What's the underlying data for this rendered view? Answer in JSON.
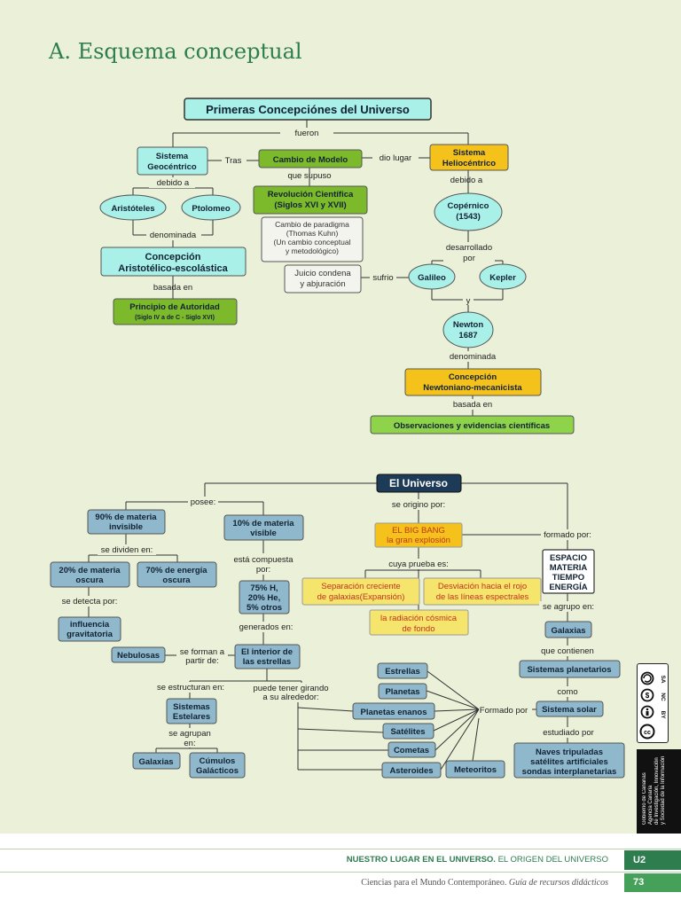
{
  "title": "A. Esquema conceptual",
  "map1": {
    "root": "Primeras Concepciónes del Universo",
    "fueron": "fueron",
    "geo1": "Sistema",
    "geo2": "Geocéntrico",
    "tras": "Tras",
    "cambio": "Cambio de Modelo",
    "dio": "dio lugar",
    "helio1": "Sistema",
    "helio2": "Heliocéntrico",
    "debido_a_left": "debido a",
    "que_supuso": "que supuso",
    "debido_a_right": "debido a",
    "aristoteles": "Aristóteles",
    "ptolomeo": "Ptolomeo",
    "rev1": "Revolución Científica",
    "rev2": "(Siglos XVI y XVII)",
    "copernico1": "Copérnico",
    "copernico2": "(1543)",
    "paradigma": [
      "Cambio de paradigma",
      "(Thomas Kuhn)",
      "(Un cambio conceptual",
      "y metodológico)"
    ],
    "denominada_left": "denominada",
    "desarrollado1": "desarrollado",
    "desarrollado2": "por",
    "concep1": "Concepción",
    "concep2": "Aristotélico-escolástica",
    "juicio1": "Juicio condena",
    "juicio2": "y abjuración",
    "sufrio": "sufrio",
    "galileo": "Galileo",
    "kepler": "Kepler",
    "basada_en_left": "basada en",
    "y": "y",
    "principio1": "Principio de Autoridad",
    "principio2": "(Siglo IV a de C - Siglo XVI)",
    "newton1": "Newton",
    "newton2": "1687",
    "denominada_right": "denominada",
    "newtoniano1": "Concepción",
    "newtoniano2": "Newtoniano-mecanicista",
    "basada_en_right": "basada en",
    "observaciones": "Observaciones y evidencias científicas"
  },
  "map2": {
    "root": "El Universo",
    "posee": "posee:",
    "se_origino": "se origino por:",
    "m90a": "90% de materia",
    "m90b": "invisible",
    "m10a": "10% de materia",
    "m10b": "visible",
    "bigbang1": "EL BIG BANG",
    "bigbang2": "la gran explosión",
    "formado_por_top": "formado por:",
    "se_dividen": "se dividen en:",
    "esta_compuesta1": "está compuesta",
    "esta_compuesta2": "por:",
    "cuya_prueba": "cuya prueba es:",
    "espacio": [
      "ESPACIO",
      "MATERIA",
      "TIEMPO",
      "ENERGÍA"
    ],
    "m20a": "20% de materia",
    "m20b": "oscura",
    "e70a": "70% de energía",
    "e70b": "oscura",
    "sep1": "Separación creciente",
    "sep2": "de galaxias(Expansión)",
    "desv1": "Desviación hacia el rojo",
    "desv2": "de las líneas espectrales",
    "comp": [
      "75% H,",
      "20% He,",
      "5% otros"
    ],
    "se_detecta": "se detecta por:",
    "radiacion1": "la radiación cósmica",
    "radiacion2": "de fondo",
    "se_agrupo": "se agrupo en:",
    "influencia1": "influencia",
    "influencia2": "gravitatoria",
    "generados": "generados en:",
    "galaxias_r": "Galaxias",
    "nebulosas": "Nebulosas",
    "se_forman1": "se forman a",
    "se_forman2": "partir de:",
    "interior1": "El interior de",
    "interior2": "las estrellas",
    "que_contienen": "que contienen",
    "estrellas": "Estrellas",
    "sistemas_planetarios": "Sistemas planetarios",
    "se_estructuran": "se estructuran en:",
    "puede_tener1": "puede tener girando",
    "puede_tener2": "a su alrededor:",
    "planetas": "Planetas",
    "como": "como",
    "sist_est1": "Sistemas",
    "sist_est2": "Estelares",
    "planetas_enanos": "Planetas enanos",
    "formado_por_bottom": "Formado por",
    "sistema_solar": "Sistema solar",
    "se_agrupan1": "se agrupan",
    "se_agrupan2": "en:",
    "satelites": "Satélites",
    "estudiado": "estudiado por",
    "cometas": "Cometas",
    "galaxias_l": "Galaxias",
    "cumulos1": "Cúmulos",
    "cumulos2": "Galácticos",
    "asteroides": "Asteroides",
    "meteoritos": "Meteoritos",
    "naves": [
      "Naves tripuladas",
      "satélites artificiales",
      "sondas interplanetarias"
    ]
  },
  "footer": {
    "section": "NUESTRO LUGAR EN EL UNIVERSO.",
    "subsection": " EL ORIGEN DEL UNIVERSO",
    "book": "Ciencias para el Mundo Contemporáneo. ",
    "guide": "Guía de recursos didácticos",
    "unit": "U2",
    "page": "73"
  },
  "badges": {
    "cc": [
      "cc",
      "BY",
      "NC",
      "SA"
    ],
    "gov": [
      "Gobierno de Canarias",
      "Agencia Canaria",
      "de Investigación, Innovación",
      "y Sociedad de la Información"
    ]
  },
  "colors": {
    "cyan": "#a8f0e8",
    "olive": "#7cba2b",
    "gold": "#f4c21b",
    "green": "#8ed34a",
    "blue": "#8fb8cc",
    "navy": "#1d3a57",
    "yellow": "#f5e56d"
  }
}
